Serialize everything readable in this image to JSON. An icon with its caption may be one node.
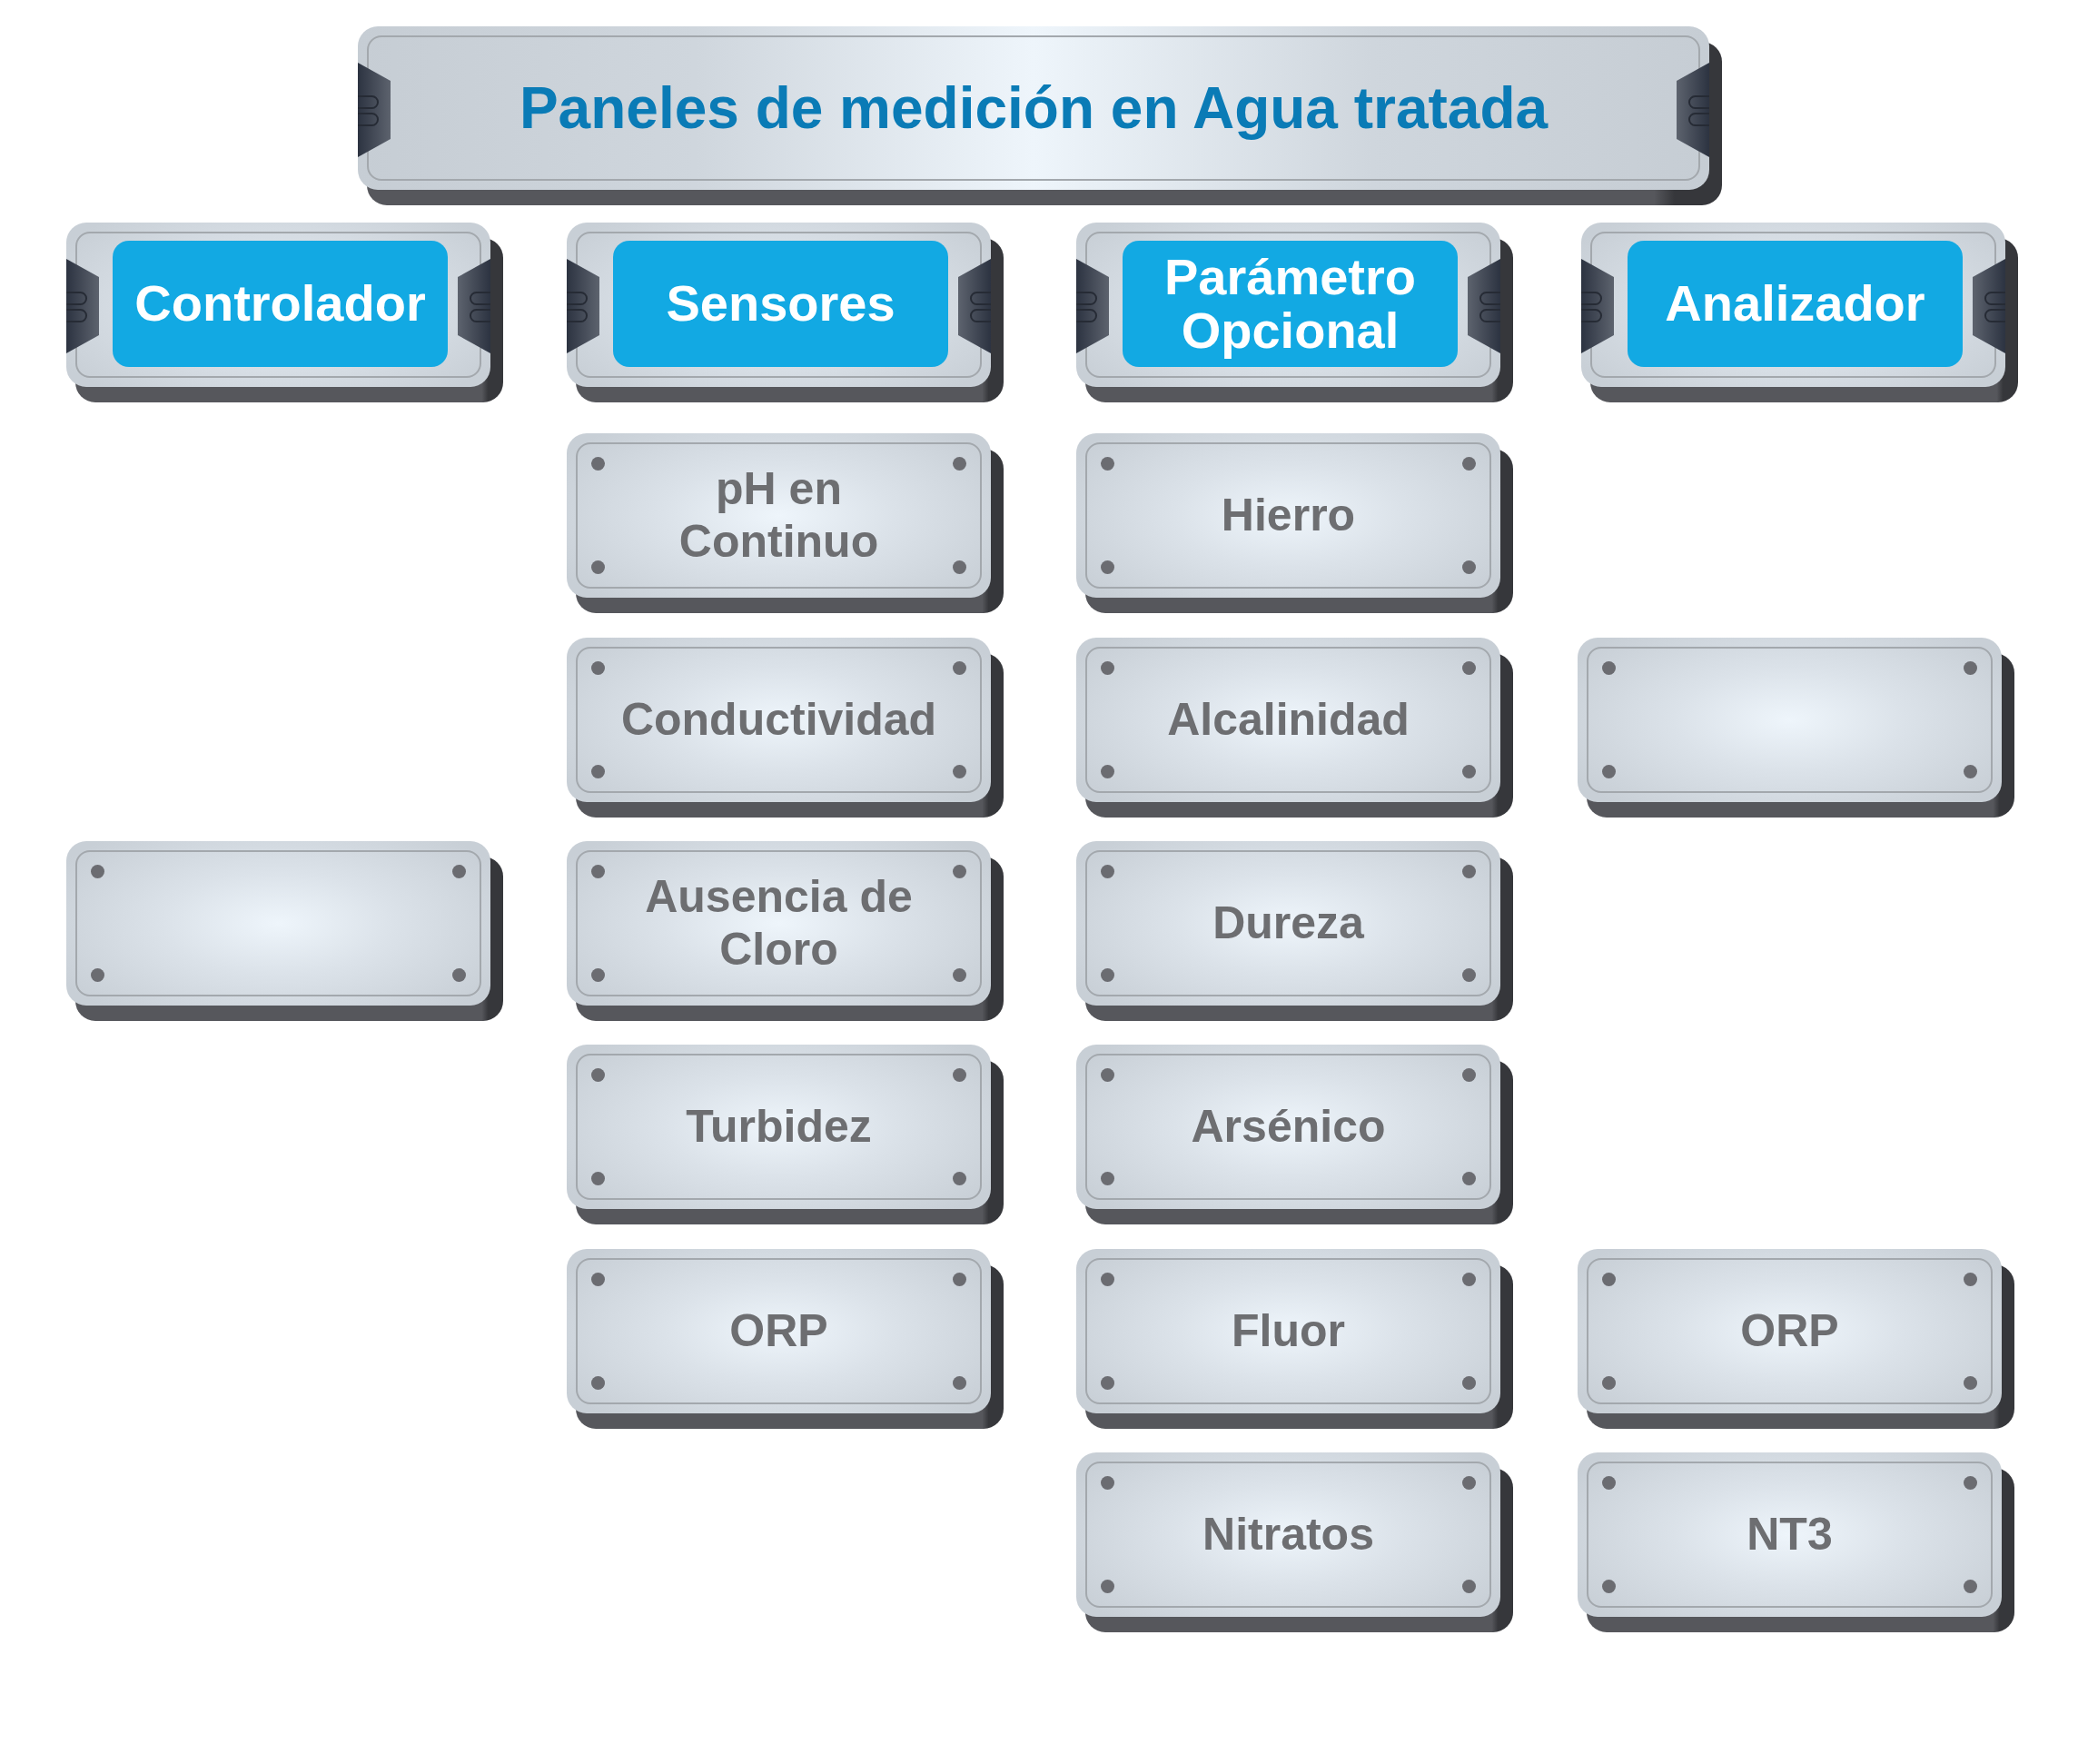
{
  "diagram": {
    "title": "Paneles de medición en Agua tratada",
    "nodes": [
      {
        "text": [
          "Controlador"
        ]
      },
      {
        "text": [
          "Sensores"
        ]
      },
      {
        "text": [
          "Parámetro Opcional"
        ]
      },
      {
        "text": [
          "Analizador"
        ]
      },
      {
        "text": [],
        "shape": "box"
      },
      {
        "text": [
          "pH en Continuo"
        ]
      },
      {
        "text": [
          "Conductividad"
        ]
      },
      {
        "text": [
          "Ausencia de Cloro"
        ]
      },
      {
        "text": [
          "Turbidez"
        ]
      },
      {
        "text": [
          "ORP"
        ]
      },
      {
        "text": [
          "Hierro"
        ]
      },
      {
        "text": [
          "Alcalinidad"
        ]
      },
      {
        "text": [
          "Dureza"
        ]
      },
      {
        "text": [
          "Arsénico"
        ]
      },
      {
        "text": [
          "Fluor"
        ]
      },
      {
        "text": [
          "Nitratos"
        ]
      },
      {
        "text": [],
        "shape": "box"
      },
      {
        "text": [
          "ORP"
        ]
      },
      {
        "text": [
          "NT3"
        ]
      }
    ]
  }
}
